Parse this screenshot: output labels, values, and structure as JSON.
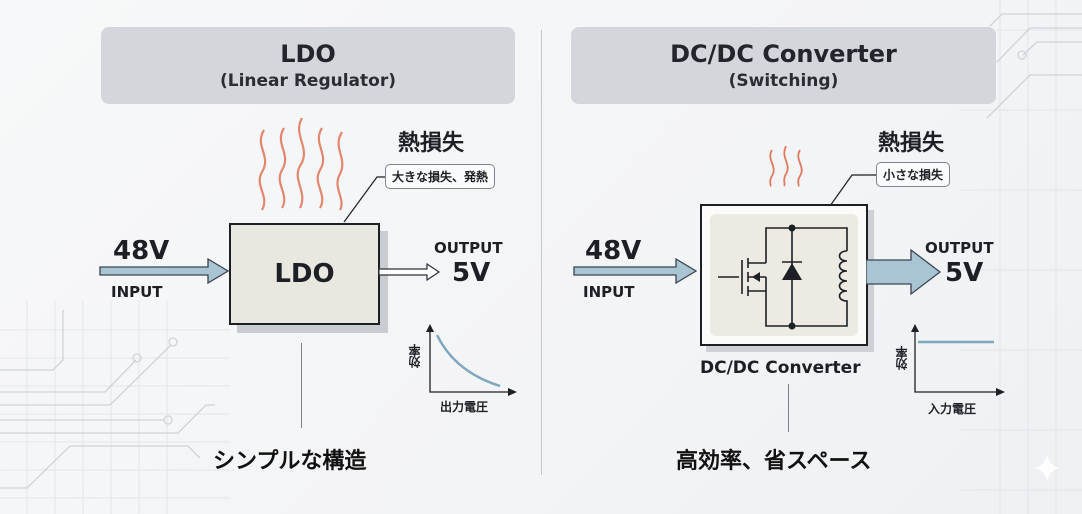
{
  "left": {
    "title": "LDO",
    "subtitle": "(Linear Regulator)",
    "heat_label": "熱損失",
    "callout": "大きな損失、発熱",
    "input_voltage": "48V",
    "input_label": "INPUT",
    "block_label": "LDO",
    "output_label": "OUTPUT",
    "output_voltage": "5V",
    "graph": {
      "y_label": "効率",
      "x_label": "出力電圧",
      "trend": "decreasing"
    },
    "caption": "シンプルな構造"
  },
  "right": {
    "title": "DC/DC Converter",
    "subtitle": "(Switching)",
    "heat_label": "熱損失",
    "callout": "小さな損失",
    "input_voltage": "48V",
    "input_label": "INPUT",
    "block_label": "DC/DC Converter",
    "output_label": "OUTPUT",
    "output_voltage": "5V",
    "graph": {
      "y_label": "効率",
      "x_label": "入力電圧",
      "trend": "flat"
    },
    "caption": "高効率、省スペース"
  },
  "colors": {
    "heat": "#e07a5f",
    "arrow_fill": "#a9c4d3",
    "curve": "#7fa7bd",
    "title_bg": "#d3d6da",
    "block_bg": "#e9e8e0"
  }
}
